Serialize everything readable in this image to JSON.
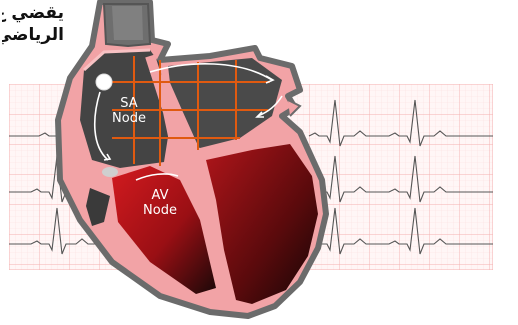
{
  "caption": {
    "line1": "يقضي ع",
    "line2": "الرياضي"
  },
  "nodes": {
    "sa_line1": "SA",
    "sa_line2": "Node",
    "av_line1": "AV",
    "av_line2": "Node"
  },
  "colors": {
    "ecg_grid_major": "#f4b0b0",
    "ecg_grid_minor": "#fbe0e0",
    "ecg_trace": "#555555",
    "heart_outline": "#6b6b6b",
    "heart_wall": "#f2a3a6",
    "atrium_dark": "#444444",
    "ventricle_red": "#c0161b",
    "ventricle_dark": "#1a0a0a",
    "conduction_path": "#e05a10"
  },
  "icons": {
    "sa_node": "sa-node-dot",
    "conduction": "orange-conduction-grid",
    "arrows": "white-flow-arrows"
  }
}
